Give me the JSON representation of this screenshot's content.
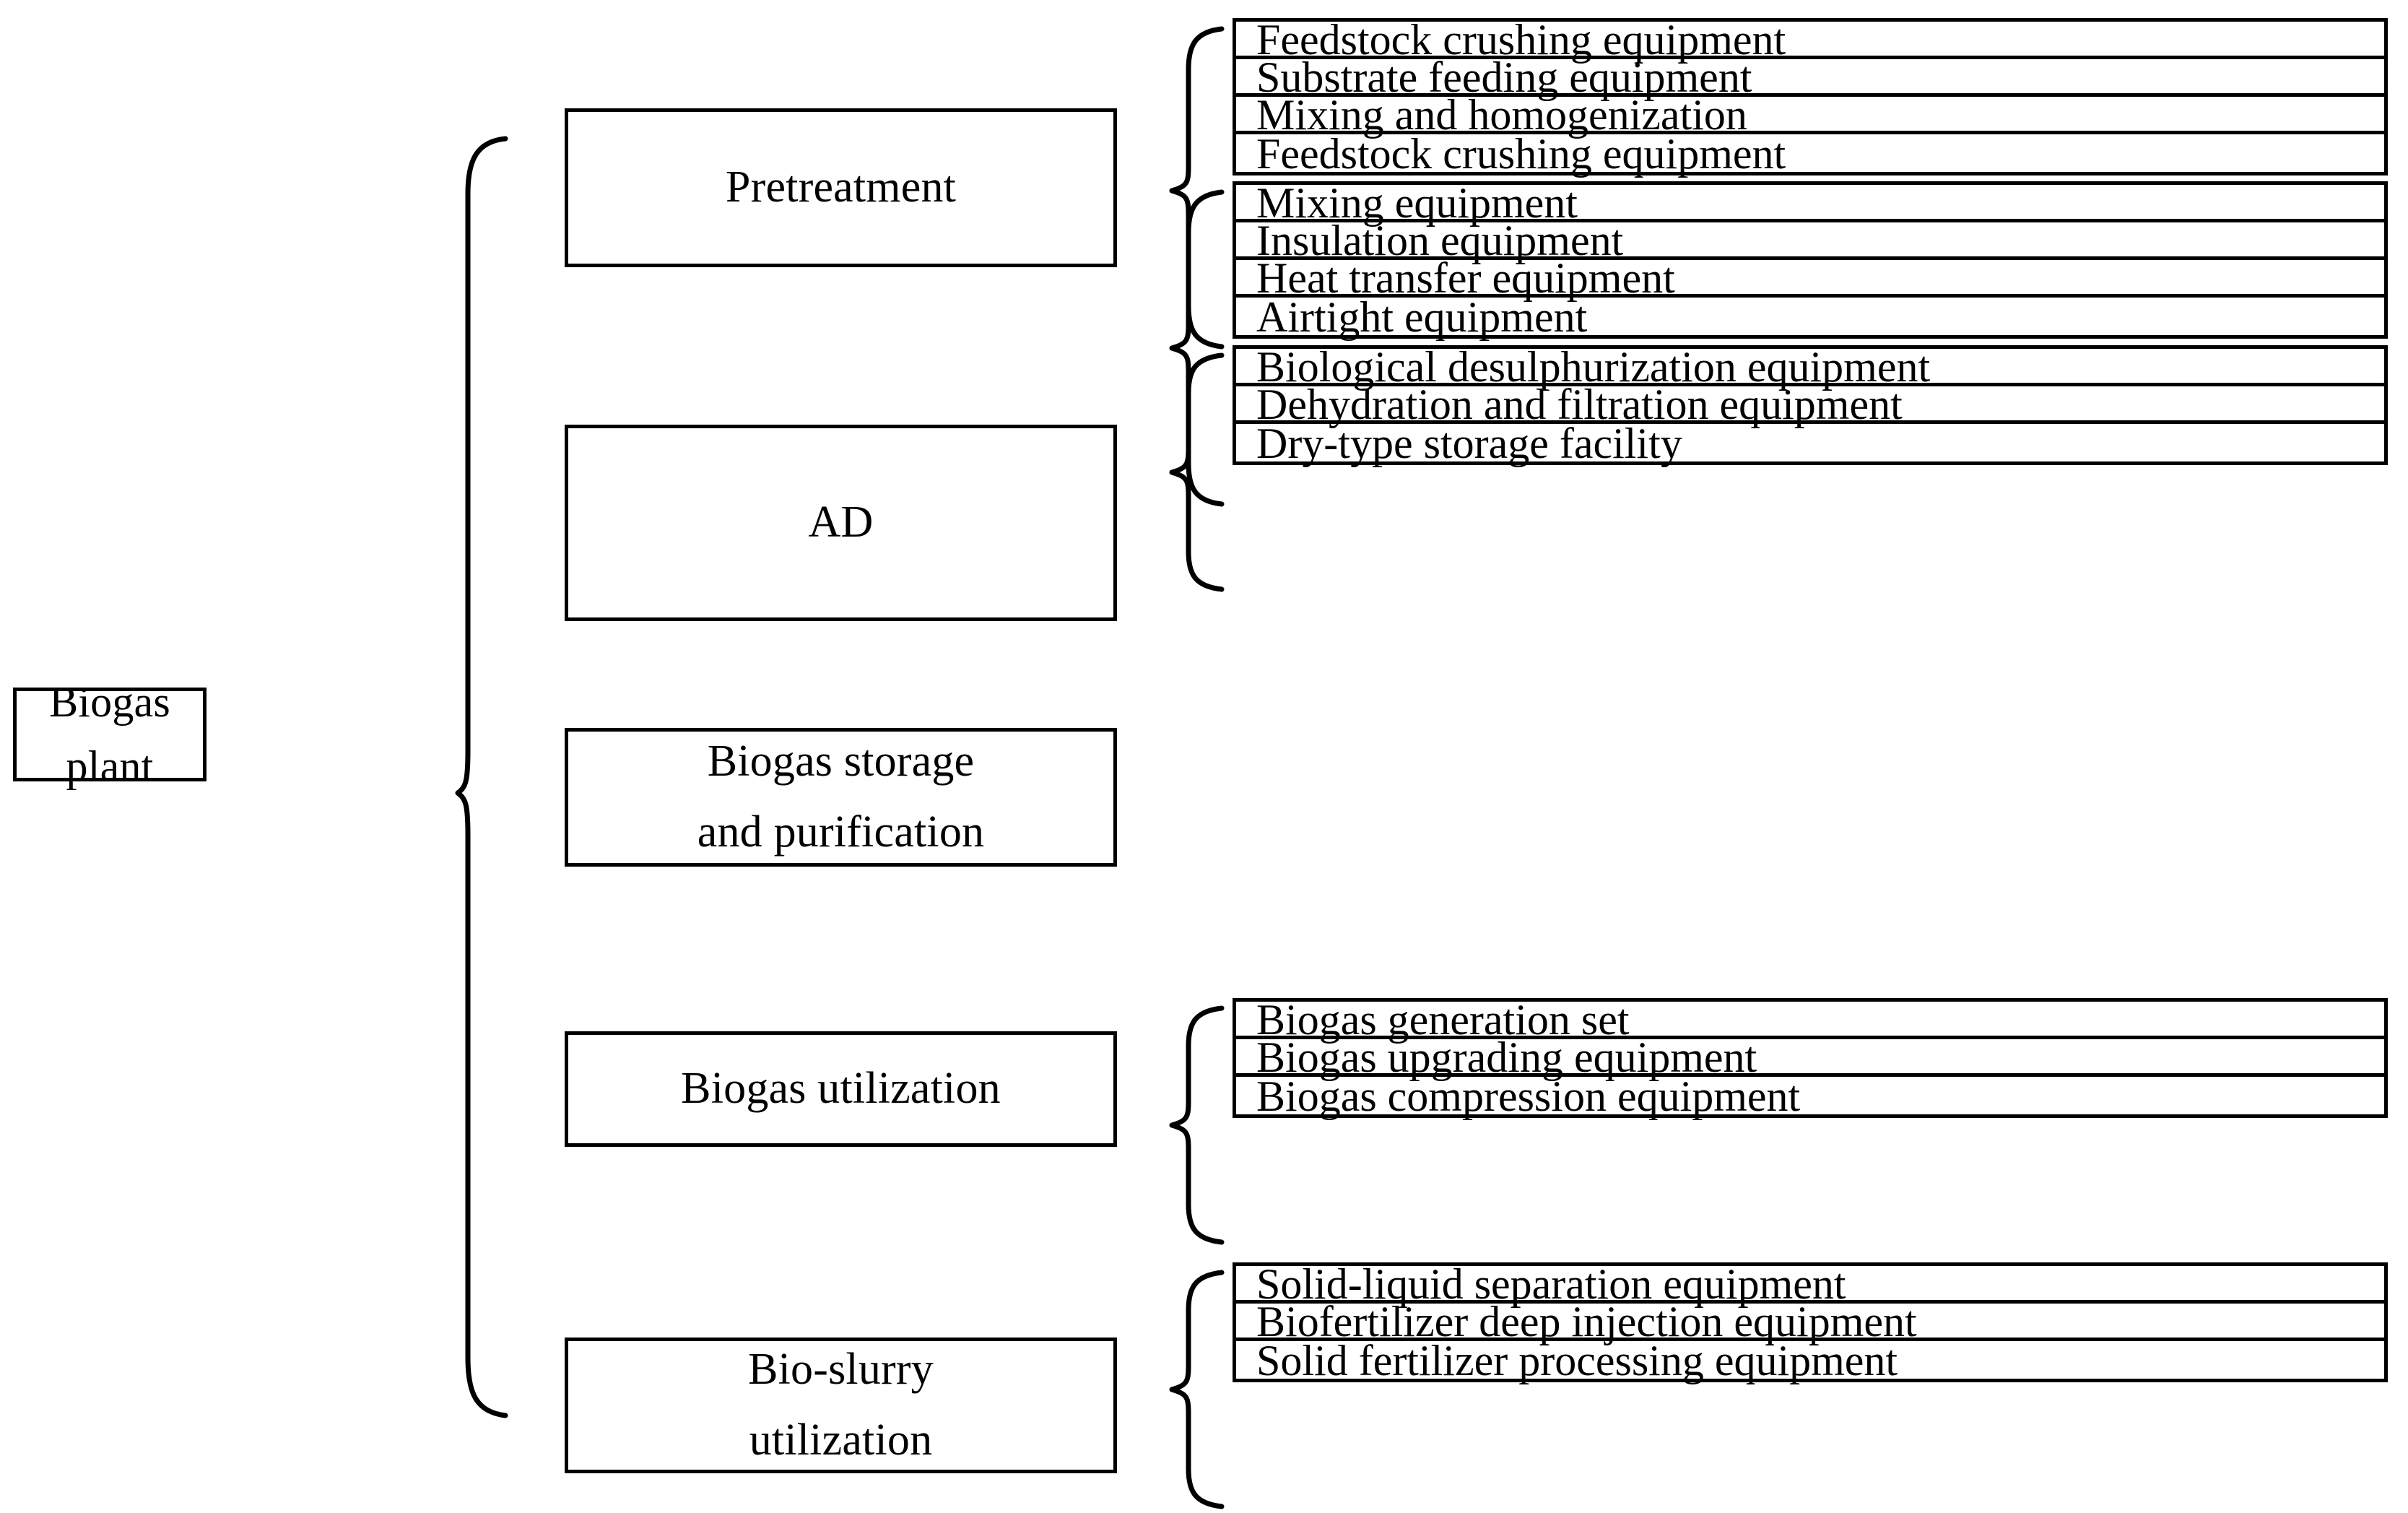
{
  "diagram": {
    "title": "Biogas plant equipment hierarchy",
    "root": {
      "label_line1": "Biogas",
      "label_line2": "plant"
    },
    "stages": [
      {
        "id": "pretreatment",
        "label_line1": "Pretreatment",
        "label_line2": "",
        "items": [
          "Feedstock crushing equipment",
          "Substrate feeding equipment",
          "Mixing and homogenization",
          "Feedstock crushing equipment"
        ]
      },
      {
        "id": "ad",
        "label_line1": "AD",
        "label_line2": "",
        "items": [
          "Mixing equipment",
          "Insulation equipment",
          "Heat transfer equipment",
          "Airtight equipment"
        ]
      },
      {
        "id": "biogas-storage-and-purification",
        "label_line1": "Biogas storage",
        "label_line2": "and purification",
        "items": [
          "Biological desulphurization equipment",
          "Dehydration and filtration equipment",
          "Dry-type storage facility"
        ]
      },
      {
        "id": "biogas-utilization",
        "label_line1": "Biogas utilization",
        "label_line2": "",
        "items": [
          "Biogas generation set",
          "Biogas upgrading equipment",
          "Biogas compression equipment"
        ]
      },
      {
        "id": "bio-slurry-utilization",
        "label_line1": "Bio-slurry",
        "label_line2": "utilization",
        "items": [
          "Solid-liquid separation equipment",
          "Biofertilizer deep injection equipment",
          "Solid fertilizer processing equipment"
        ]
      }
    ],
    "colors": {
      "stroke": "#000000",
      "background": "#ffffff",
      "text": "#000000"
    }
  }
}
